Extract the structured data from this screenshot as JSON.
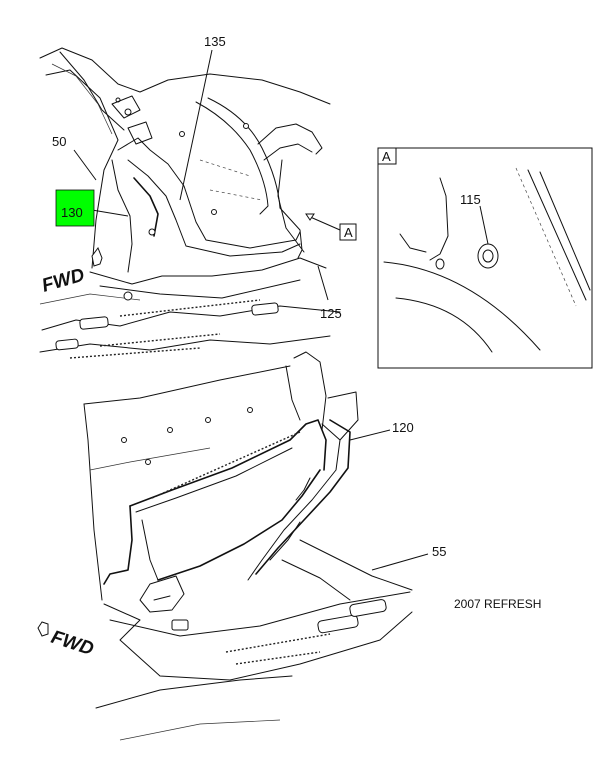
{
  "callouts": {
    "p135": "135",
    "p50": "50",
    "p130": "130",
    "p125": "125",
    "p115": "115",
    "p120": "120",
    "p55": "55"
  },
  "highlight": {
    "part": "130",
    "color": "#00ff00"
  },
  "view_marker": "A",
  "detail_label": "A",
  "fwd_top": "FWD",
  "fwd_bottom": "FWD",
  "revision_note": "2007 REFRESH",
  "colors": {
    "line": "#111111",
    "background": "#ffffff",
    "highlight": "#00ff00"
  }
}
